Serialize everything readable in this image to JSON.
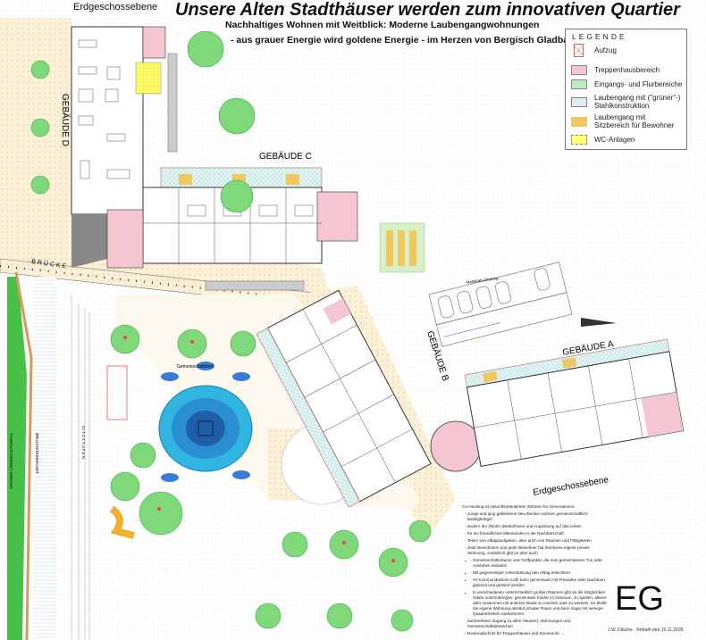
{
  "header": {
    "title": "Unsere Alten Stadthäuser werden zum innovativen Quartier",
    "subtitle": "Nachhaltiges Wohnen mit Weitblick: Moderne Laubengangwohnungen",
    "tagline": "- aus grauer Energie wird goldene Energie - im Herzen von Bergisch Gladbach.",
    "level_label_top": "Erdgeschossebene"
  },
  "legend": {
    "title": "LEGENDE",
    "items": [
      {
        "label": "Aufzug",
        "color": "#ffffff"
      },
      {
        "label": "Treppenhausbereich",
        "color": "#f4c6cf"
      },
      {
        "label": "Eingangs- und Flurbereiche",
        "color": "#bfe8bf"
      },
      {
        "label": "Laubengang mit (\"grüner\"-) Stahlkonstruktion",
        "color": "#d8f0f0"
      },
      {
        "label": "Laubengang mit Sitzbereich für Bewohner",
        "color": "#f0c860"
      },
      {
        "label": "WC-Anlagen",
        "color": "#ffff60"
      }
    ]
  },
  "plan_labels": {
    "building_d": "GEBÄUDE D",
    "building_c": "GEBÄUDE C",
    "building_b": "GEBÄUDE B",
    "building_a": "GEBÄUDE A",
    "bridge": "BRÜCKE",
    "noise_wall": "GRÜNER LÄRMSCHUTZWALL",
    "stone_wall": "BRUCHSTEINMAUER",
    "seat_steps": "SITZSTUFEN",
    "courtyard": "Gemeinschaftshof",
    "mobility": "Mobilitäts-Sharing",
    "level_label_bottom": "Erdgeschossebene"
  },
  "notes": {
    "intro": "Co-Housing ist zukunftsorientiertes Wohnen für Generationen:",
    "items": [
      "Junge und jung gebliebene Neu-Denker wohnen gemeinschaftlich-bedingfertiger",
      "ändern der (Wohn-)Bedürfnisse und Anpassung auf das Leben",
      "für ein freundliches Miteinander in der Nachbarschaft",
      "Teilen von Alltagsaufgaben, aber auch von Räumen und Fähigkeiten",
      "Jede Bewohnerin und jeder Bewohner hat ihre/seine eigene private Wohnung, zusätzlich gibt es aber auch"
    ],
    "subitems": [
      "Gemeinschaftsräume und Treffpunkte, die zum gemeinsamen Tun oder Ausruhen einladen",
      "Mit gegenseitiger Unterstützung den Alltag erleichtern",
      "Im Kommunikations-Café kann gemeinsam mit Freunden oder Nachbarn gekocht und gefeiert werden",
      "In verschiedenen unterschiedlich großen Räumen gibt es die Möglichkeit Gäste unterzubringen, gemeinsam Kinder zu betreuen, zu spielen, alleine oder zusammen mit anderen Musik zu machen oder zu werkeln. So bleibt die eigene Wohnung absolut privater Raum und kann sogar mit weniger Quadratmetern auskommen."
    ],
    "outro": [
      "barrierefreier Zugang zu allen Häusern, Wohnungen und Gemeinschaftsbereichen",
      "Denkmalschutz für Treppenhäuser und Sonnenuhr ..."
    ]
  },
  "footer": {
    "level": "EG",
    "signature": "J.W. Ditsche - Refrath den 15.11.2028"
  }
}
